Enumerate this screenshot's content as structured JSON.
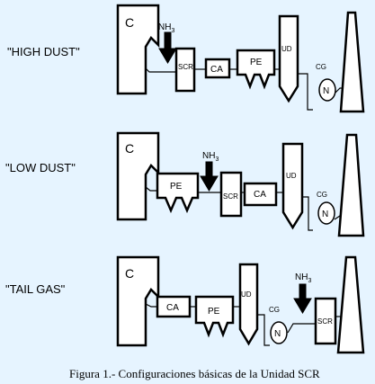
{
  "configurations": [
    {
      "title": "\"HIGH DUST\"",
      "labels": {
        "boiler": "C",
        "ammonia": "NH",
        "ammonia_sub": "3",
        "scr": "SCR",
        "air_heater": "CA",
        "precipitator": "PE",
        "ud": "UD",
        "cg": "CG",
        "fan": "N"
      }
    },
    {
      "title": "\"LOW DUST\"",
      "labels": {
        "boiler": "C",
        "ammonia": "NH",
        "ammonia_sub": "3",
        "scr": "SCR",
        "air_heater": "CA",
        "precipitator": "PE",
        "ud": "UD",
        "cg": "CG",
        "fan": "N"
      }
    },
    {
      "title": "\"TAIL GAS\"",
      "labels": {
        "boiler": "C",
        "ammonia": "NH",
        "ammonia_sub": "3",
        "scr": "SCR",
        "air_heater": "CA",
        "precipitator": "PE",
        "ud": "UD",
        "cg": "CG",
        "fan": "N"
      }
    }
  ],
  "caption": "Figura 1.- Configuraciones básicas de la Unidad SCR"
}
